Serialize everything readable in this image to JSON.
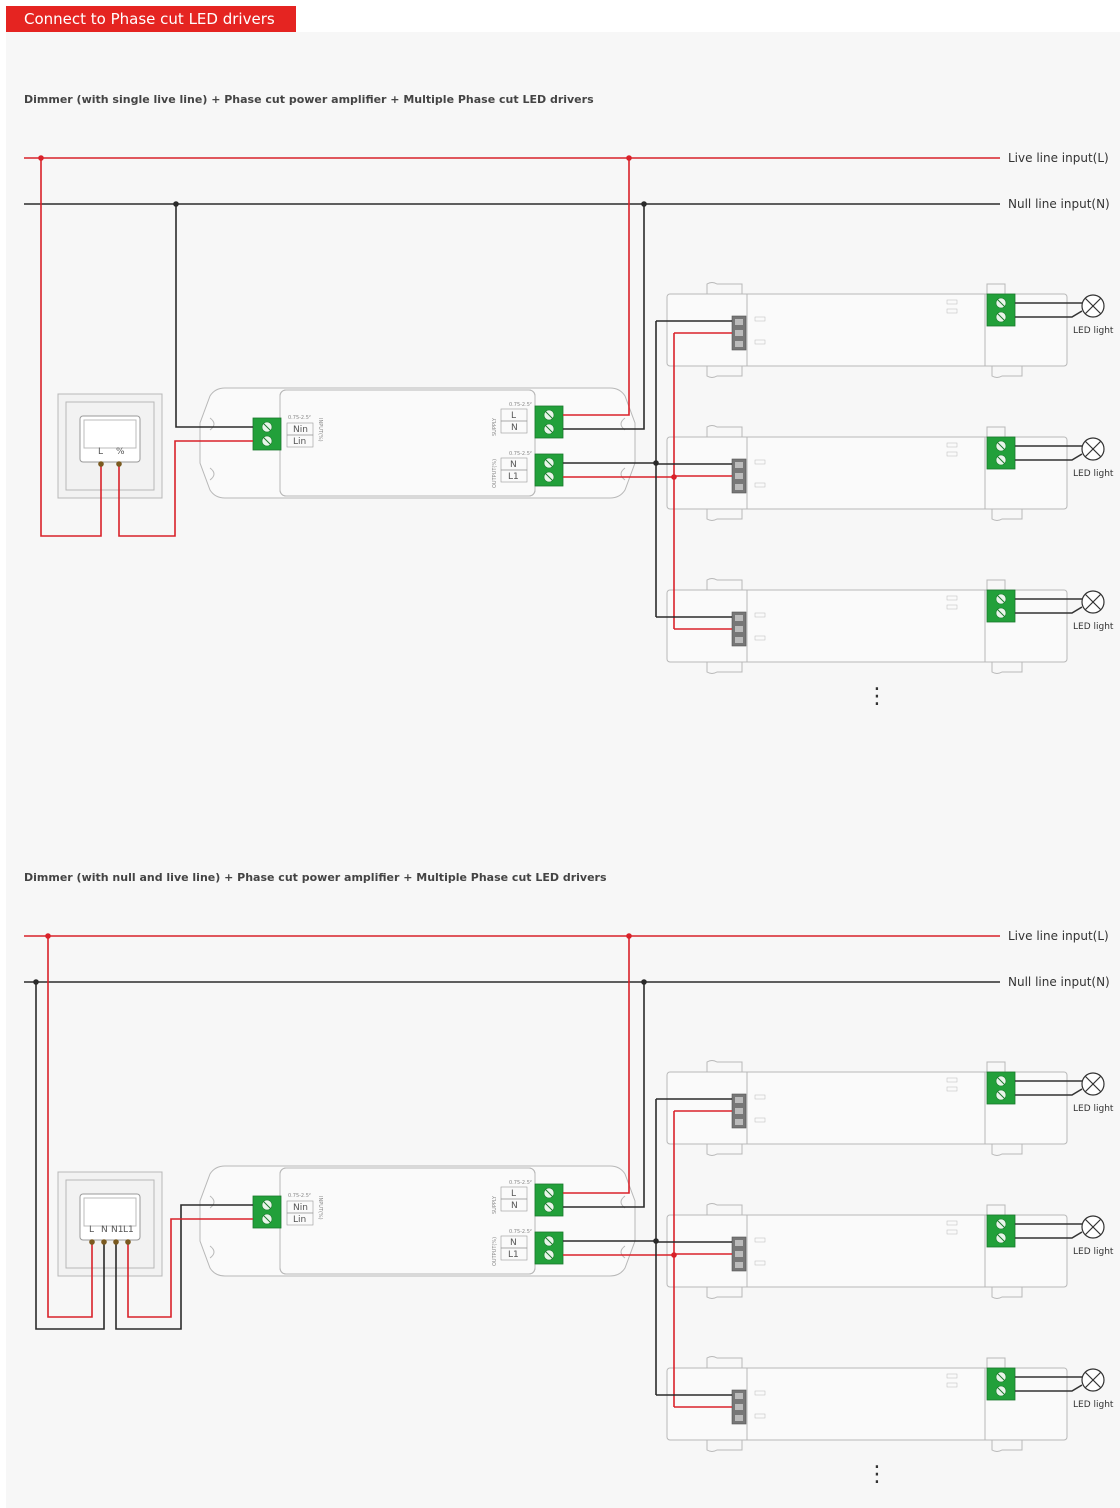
{
  "header": {
    "title": "Connect to Phase cut LED drivers"
  },
  "colors": {
    "accent": "#e52421",
    "live_wire": "#d9222a",
    "null_wire": "#2b2b2b",
    "terminal_green": "#22a03a",
    "outline": "#b8b8b8"
  },
  "sections": [
    {
      "title": "Dimmer (with single live line) + Phase cut power amplifier + Multiple Phase cut LED drivers",
      "live_label": "Live line input(L)",
      "null_label": "Null line input(N)",
      "dimmer": {
        "terminals": [
          "L",
          "%"
        ]
      },
      "amplifier": {
        "input_terminals": [
          "Nin",
          "Lin"
        ],
        "input_label": "INPUT(%)",
        "supply_terminals": [
          "L",
          "N"
        ],
        "supply_label": "SUPPLY",
        "output_terminals": [
          "N",
          "L1"
        ],
        "output_label": "OUTPUT(%)",
        "wire_gauge": "0.75-2.5²"
      },
      "drivers": [
        {
          "led_label": "LED light"
        },
        {
          "led_label": "LED light"
        },
        {
          "led_label": "LED light"
        }
      ],
      "continuation": "⋮"
    },
    {
      "title": "Dimmer (with null and live line) + Phase cut power amplifier + Multiple Phase cut LED drivers",
      "live_label": "Live line input(L)",
      "null_label": "Null line input(N)",
      "dimmer": {
        "terminals": [
          "L",
          "N",
          "N1",
          "L1"
        ]
      },
      "amplifier": {
        "input_terminals": [
          "Nin",
          "Lin"
        ],
        "input_label": "INPUT(%)",
        "supply_terminals": [
          "L",
          "N"
        ],
        "supply_label": "SUPPLY",
        "output_terminals": [
          "N",
          "L1"
        ],
        "output_label": "OUTPUT(%)",
        "wire_gauge": "0.75-2.5²"
      },
      "drivers": [
        {
          "led_label": "LED light"
        },
        {
          "led_label": "LED light"
        },
        {
          "led_label": "LED light"
        }
      ],
      "continuation": "⋮"
    }
  ]
}
